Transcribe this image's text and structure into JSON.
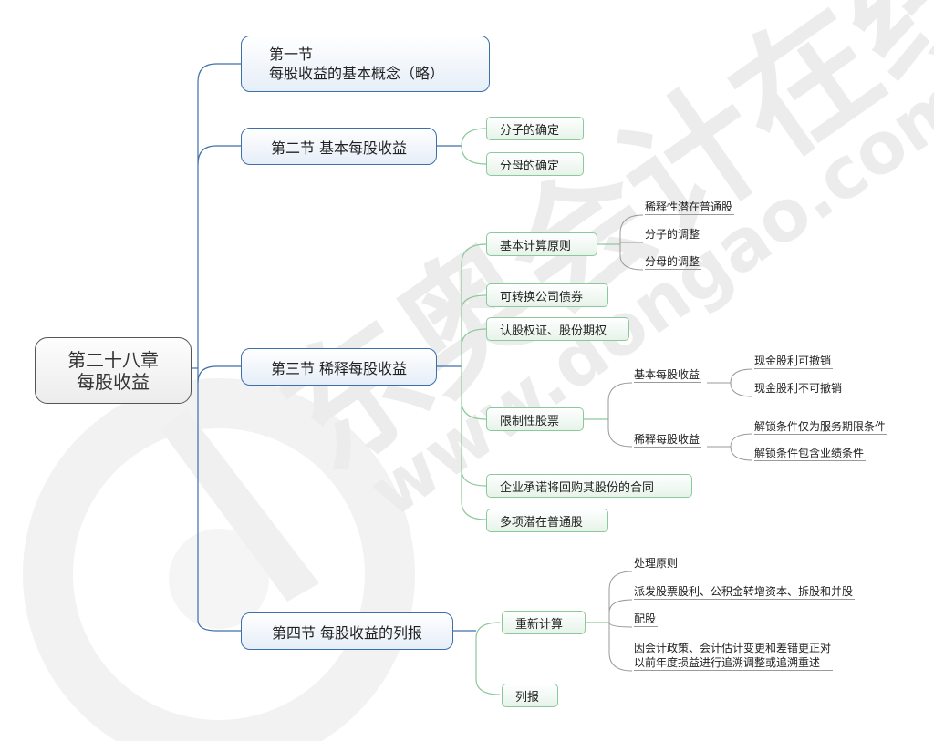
{
  "root": {
    "line1": "第二十八章",
    "line2": "每股收益"
  },
  "sections": [
    {
      "line1": "第一节",
      "line2": "每股收益的基本概念（略）"
    },
    {
      "label": "第二节 基本每股收益",
      "children": [
        "分子的确定",
        "分母的确定"
      ]
    },
    {
      "label": "第三节 稀释每股收益",
      "children": [
        {
          "label": "基本计算原则",
          "leaves": [
            "稀释性潜在普通股",
            "分子的调整",
            "分母的调整"
          ]
        },
        {
          "label": "可转换公司债券"
        },
        {
          "label": "认股权证、股份期权"
        },
        {
          "label": "限制性股票",
          "branches": [
            {
              "label": "基本每股收益",
              "leaves": [
                "现金股利可撤销",
                "现金股利不可撤销"
              ]
            },
            {
              "label": "稀释每股收益",
              "leaves": [
                "解锁条件仅为服务期限条件",
                "解锁条件包含业绩条件"
              ]
            }
          ]
        },
        {
          "label": "企业承诺将回购其股份的合同"
        },
        {
          "label": "多项潜在普通股"
        }
      ]
    },
    {
      "label": "第四节 每股收益的列报",
      "children": [
        {
          "label": "重新计算",
          "leaves": [
            "处理原则",
            "派发股票股利、公积金转增资本、拆股和并股",
            "配股",
            "因会计政策、会计估计变更和差错更正对",
            "以前年度损益进行追溯调整或追溯重述"
          ]
        },
        {
          "label": "列报"
        }
      ]
    }
  ],
  "watermark": {
    "cn": "东奥会计在线",
    "url": "www.dongao.com"
  },
  "colors": {
    "section_border": "#3d6fa8",
    "sub_border": "#8cc99a",
    "leaf_line": "#9a9a9a",
    "root_border": "#555555"
  }
}
